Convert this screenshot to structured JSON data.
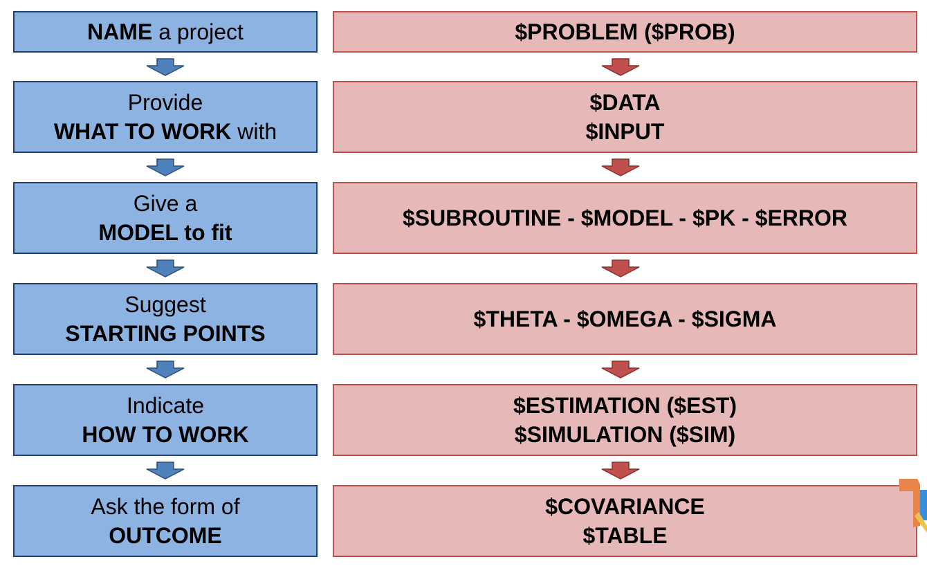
{
  "left_steps": [
    {
      "line1": "",
      "line1_bold": "NAME",
      "line1_rest": " a project",
      "line2_bold": "",
      "line2_rest": ""
    },
    {
      "line1": "Provide",
      "line1_bold": "",
      "line1_rest": "",
      "line2_bold": "WHAT TO WORK",
      "line2_rest": " with"
    },
    {
      "line1": "Give a",
      "line1_bold": "",
      "line1_rest": "",
      "line2_bold": "MODEL to fit",
      "line2_rest": ""
    },
    {
      "line1": "Suggest",
      "line1_bold": "",
      "line1_rest": "",
      "line2_bold": "STARTING POINTS",
      "line2_rest": ""
    },
    {
      "line1": "Indicate",
      "line1_bold": "",
      "line1_rest": "",
      "line2_bold": "HOW TO WORK",
      "line2_rest": ""
    },
    {
      "line1": "Ask the form of",
      "line1_bold": "",
      "line1_rest": "",
      "line2_bold": "OUTCOME",
      "line2_rest": ""
    }
  ],
  "right_steps": [
    {
      "lines": [
        "$PROBLEM ($PROB)"
      ]
    },
    {
      "lines": [
        "$DATA",
        "$INPUT"
      ]
    },
    {
      "lines": [
        "$SUBROUTINE - $MODEL - $PK - $ERROR"
      ]
    },
    {
      "lines": [
        "$THETA - $OMEGA - $SIGMA"
      ]
    },
    {
      "lines": [
        "$ESTIMATION ($EST)",
        "$SIMULATION ($SIM)"
      ]
    },
    {
      "lines": [
        "$COVARIANCE",
        "$TABLE"
      ]
    }
  ],
  "colors": {
    "left_fill": "#8db3e2",
    "left_border": "#1f3f6e",
    "right_fill": "#e6b8b7",
    "right_border": "#c0504d",
    "left_arrow": "#4f81bd",
    "right_arrow": "#c0504d"
  }
}
